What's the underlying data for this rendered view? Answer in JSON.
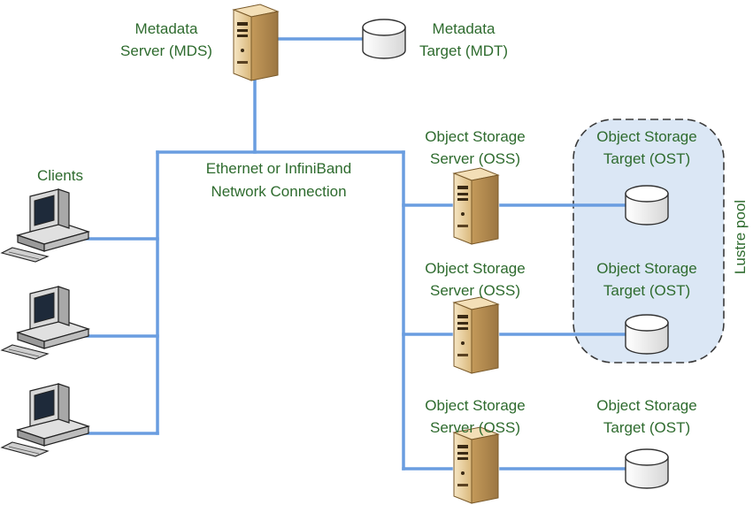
{
  "colors": {
    "link": "#6a9de0",
    "label": "#2e6b2e",
    "server_body": "#e8cfa0",
    "server_dark": "#8a6a3a",
    "disk_fill": "#f0f0f0",
    "disk_stroke": "#333333",
    "pool_fill": "#dbe7f5",
    "pool_stroke": "#3a3a3a"
  },
  "icons": {
    "server": "server-tower-icon",
    "disk": "disk-cylinder-icon",
    "client": "desktop-computer-icon"
  },
  "labels": {
    "mds": [
      "Metadata",
      "Server (MDS)"
    ],
    "mdt": [
      "Metadata",
      "Target (MDT)"
    ],
    "clients": "Clients",
    "network": [
      "Ethernet or InfiniBand",
      "Network Connection"
    ],
    "oss": [
      "Object Storage",
      "Server (OSS)"
    ],
    "ost": [
      "Object Storage",
      "Target (OST)"
    ],
    "pool": "Lustre pool"
  }
}
